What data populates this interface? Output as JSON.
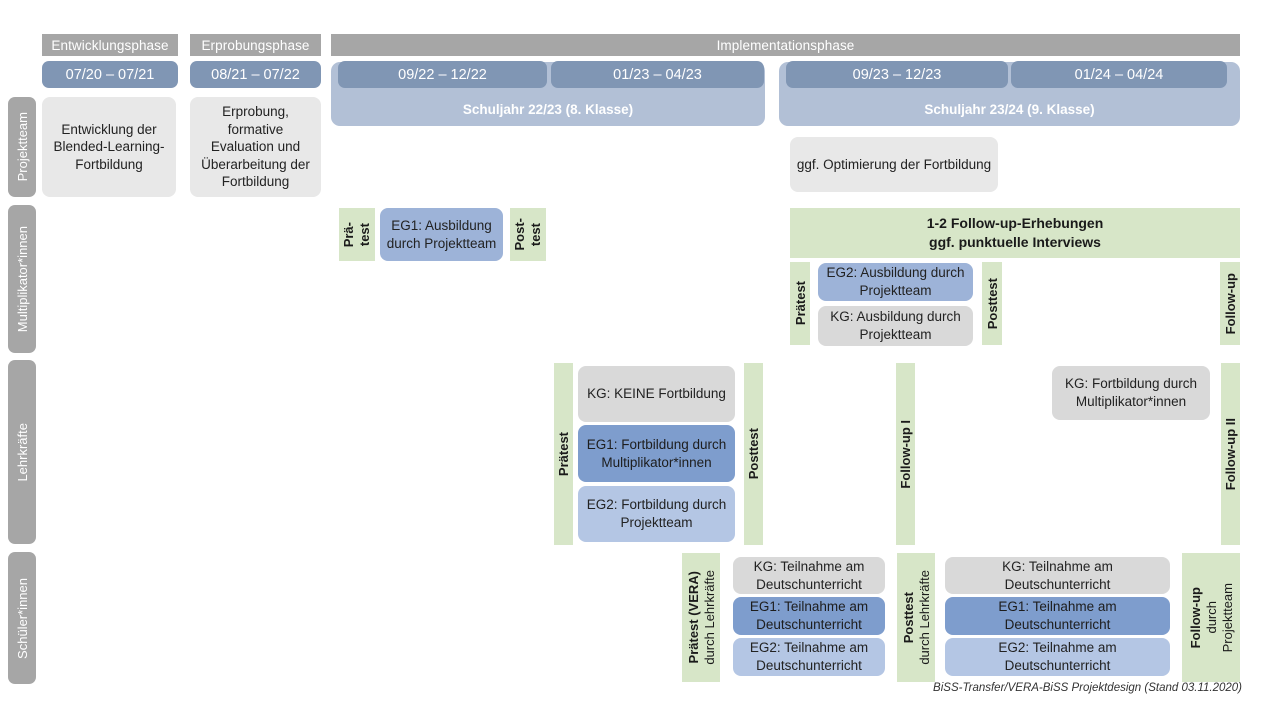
{
  "phases": [
    {
      "label": "Entwicklungsphase"
    },
    {
      "label": "Erprobungsphase"
    },
    {
      "label": "Implementationsphase"
    }
  ],
  "dates": [
    {
      "label": "07/20 – 07/21"
    },
    {
      "label": "08/21 – 07/22"
    },
    {
      "label": "09/22 – 12/22"
    },
    {
      "label": "01/23 – 04/23"
    },
    {
      "label": "09/23 – 12/23"
    },
    {
      "label": "01/24 – 04/24"
    }
  ],
  "school_years": [
    {
      "label": "Schuljahr 22/23 (8. Klasse)"
    },
    {
      "label": "Schuljahr 23/24 (9. Klasse)"
    }
  ],
  "roles": [
    {
      "label": "Projektteam"
    },
    {
      "label": "Multiplikator*innen"
    },
    {
      "label": "Lehrkräfte"
    },
    {
      "label": "Schüler*innen"
    }
  ],
  "projektteam": {
    "entwicklung": "Entwicklung der Blended-Learning-Fortbildung",
    "erprobung": "Erprobung, formative Evaluation und Überarbeitung der Fortbildung",
    "optimierung": "ggf. Optimierung der Fortbildung"
  },
  "multiplikatoren": {
    "praetest_line1": "Prä-",
    "praetest_line2": "test",
    "posttest_line1": "Post-",
    "posttest_line2": "test",
    "eg1": "EG1: Ausbildung durch Projektteam",
    "followup_band": "1-2 Follow-up-Erhebungen\nggf. punktuelle Interviews",
    "followup_band_line1": "1-2 Follow-up-Erhebungen",
    "followup_band_line2": "ggf. punktuelle Interviews",
    "praetest2": "Prätest",
    "posttest2": "Posttest",
    "followup": "Follow-up",
    "eg2": "EG2: Ausbildung durch Projektteam",
    "kg": "KG: Ausbildung durch Projektteam"
  },
  "lehrkraefte": {
    "praetest": "Prätest",
    "posttest": "Posttest",
    "followup_1": "Follow-up I",
    "followup_2": "Follow-up II",
    "kg_keine": "KG:  KEINE Fortbildung",
    "eg1": "EG1: Fortbildung durch Multiplikator*innen",
    "eg2": "EG2: Fortbildung durch Projektteam",
    "kg_fortbildung": "KG: Fortbildung durch Multiplikator*innen"
  },
  "schueler": {
    "praetest_bold": "Prätest (VERA)",
    "praetest_sub": "durch Lehrkräfte",
    "posttest_bold": "Posttest",
    "posttest_sub": "durch Lehrkräfte",
    "followup_bold": "Follow-up",
    "followup_sub1": "durch",
    "followup_sub2": "Projektteam",
    "mid": {
      "kg": "KG: Teilnahme am Deutschunterricht",
      "eg1": "EG1: Teilnahme am Deutschunterricht",
      "eg2": "EG2: Teilnahme am Deutschunterricht"
    },
    "right": {
      "kg": "KG: Teilnahme am Deutschunterricht",
      "eg1": "EG1: Teilnahme am Deutschunterricht",
      "eg2": "EG2: Teilnahme am Deutschunterricht"
    }
  },
  "footer": {
    "note": "BiSS-Transfer/VERA-BiSS Projektdesign (Stand 03.11.2020)"
  },
  "colors": {
    "grey_bar": "#a6a6a6",
    "date_chip": "#8096b4",
    "year_band": "#b2c0d6",
    "box_grey": "#e8e8e8",
    "box_grey_dark": "#d9d9d9",
    "blue_mid": "#9db3d8",
    "blue_dark": "#7e9dcd",
    "blue_lite": "#b4c6e4",
    "green": "#d7e6c8"
  }
}
